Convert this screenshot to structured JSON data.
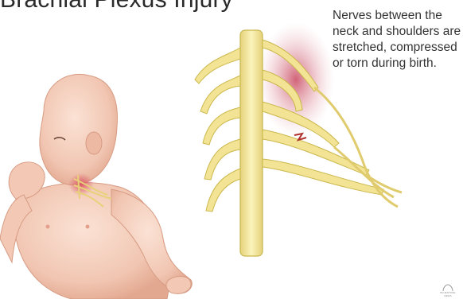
{
  "title": "Brachial Plexus Injury",
  "caption": "Nerves between the neck and shoulders are stretched, compressed or torn during birth.",
  "watermark_text": "BLUESTONE NEWS",
  "colors": {
    "skin": "#f4d0c0",
    "skin_shadow": "#e6a993",
    "nerve": "#f0e18a",
    "nerve_outline": "#c9b64a",
    "injury": "#c23b3b",
    "text": "#333333"
  },
  "icons": {
    "baby": "baby-illustration",
    "plexus": "brachial-plexus-diagram"
  }
}
